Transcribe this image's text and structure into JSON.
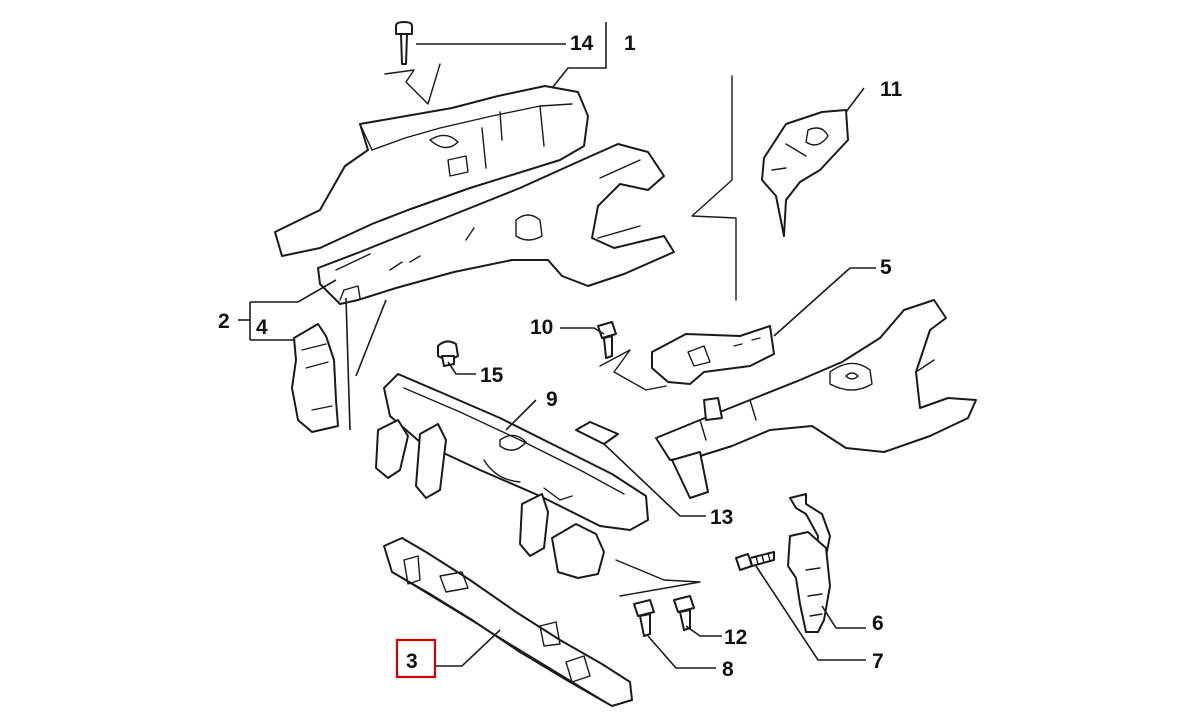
{
  "diagram": {
    "callouts": [
      "1",
      "2",
      "3",
      "4",
      "5",
      "6",
      "7",
      "8",
      "9",
      "10",
      "11",
      "12",
      "13",
      "14",
      "15"
    ],
    "highlighted_callout": "3",
    "highlight_color": "#d40000",
    "line_color": "#1a1a1a",
    "background_color": "#ffffff"
  }
}
